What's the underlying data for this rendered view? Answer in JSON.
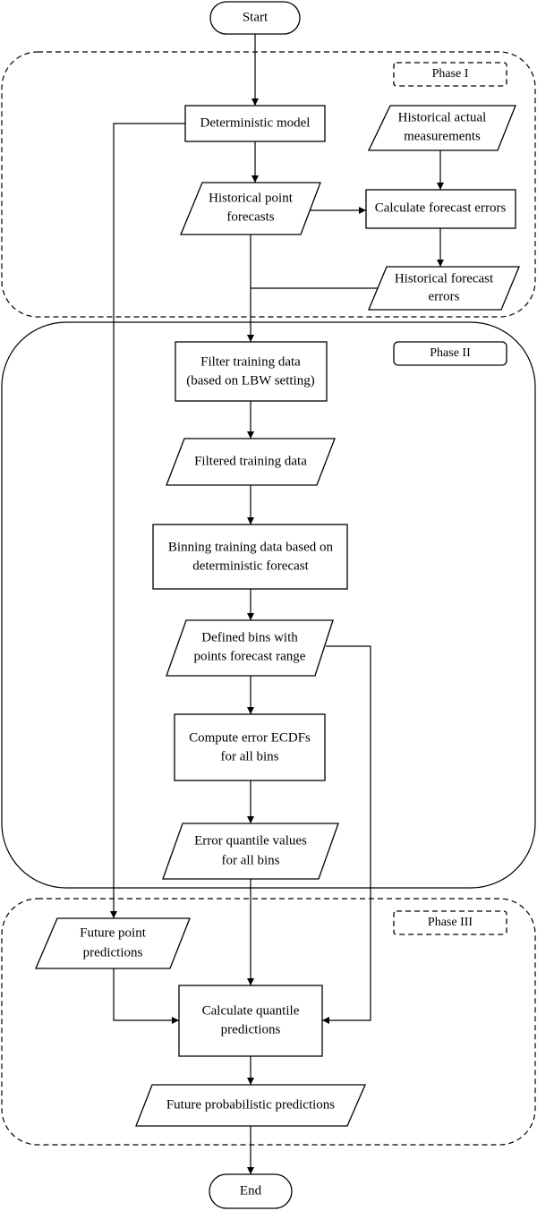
{
  "phases": {
    "phase1": "Phase I",
    "phase2": "Phase II",
    "phase3": "Phase III"
  },
  "nodes": {
    "start": [
      "Start"
    ],
    "deterministic_model": [
      "Deterministic model"
    ],
    "historical_actual": [
      "Historical actual",
      "measurements"
    ],
    "historical_point": [
      "Historical point",
      "forecasts"
    ],
    "calc_errors": [
      "Calculate forecast errors"
    ],
    "historical_errors": [
      "Historical forecast",
      "errors"
    ],
    "filter_training": [
      "Filter training data",
      "(based on LBW setting)"
    ],
    "filtered_data": [
      "Filtered training data"
    ],
    "binning": [
      "Binning training data based on",
      "deterministic forecast"
    ],
    "defined_bins": [
      "Defined bins with",
      "points forecast range"
    ],
    "compute_ecdfs": [
      "Compute error ECDFs",
      "for all bins"
    ],
    "error_quantiles": [
      "Error quantile values",
      "for all bins"
    ],
    "future_point": [
      "Future point",
      "predictions"
    ],
    "calc_quantile": [
      "Calculate quantile",
      "predictions"
    ],
    "future_prob": [
      "Future probabilistic predictions"
    ],
    "end": [
      "End"
    ]
  }
}
